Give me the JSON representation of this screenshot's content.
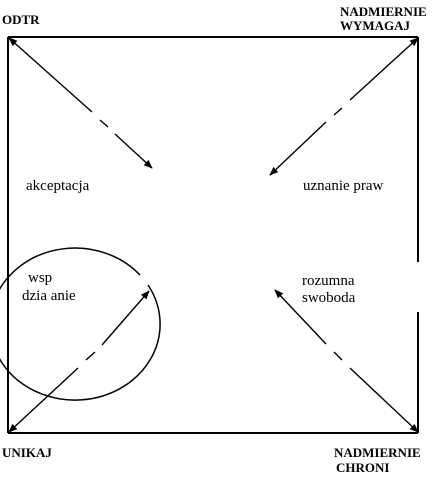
{
  "corners": {
    "top_left": "ODTR",
    "top_right_line1": "NADMIERNIE",
    "top_right_line2": "WYMAGAJ",
    "bottom_left": "UNIKAJ",
    "bottom_right_line1": "NADMIERNIE",
    "bottom_right_line2": "CHRONI"
  },
  "inner": {
    "top_left": "akceptacja",
    "top_right": "uznanie praw",
    "bottom_left_line1": "wsp",
    "bottom_left_line2": "dzia anie",
    "bottom_right_line1": "rozumna",
    "bottom_right_line2": "swoboda"
  },
  "colors": {
    "ink": "#000000",
    "paper": "#ffffff"
  }
}
